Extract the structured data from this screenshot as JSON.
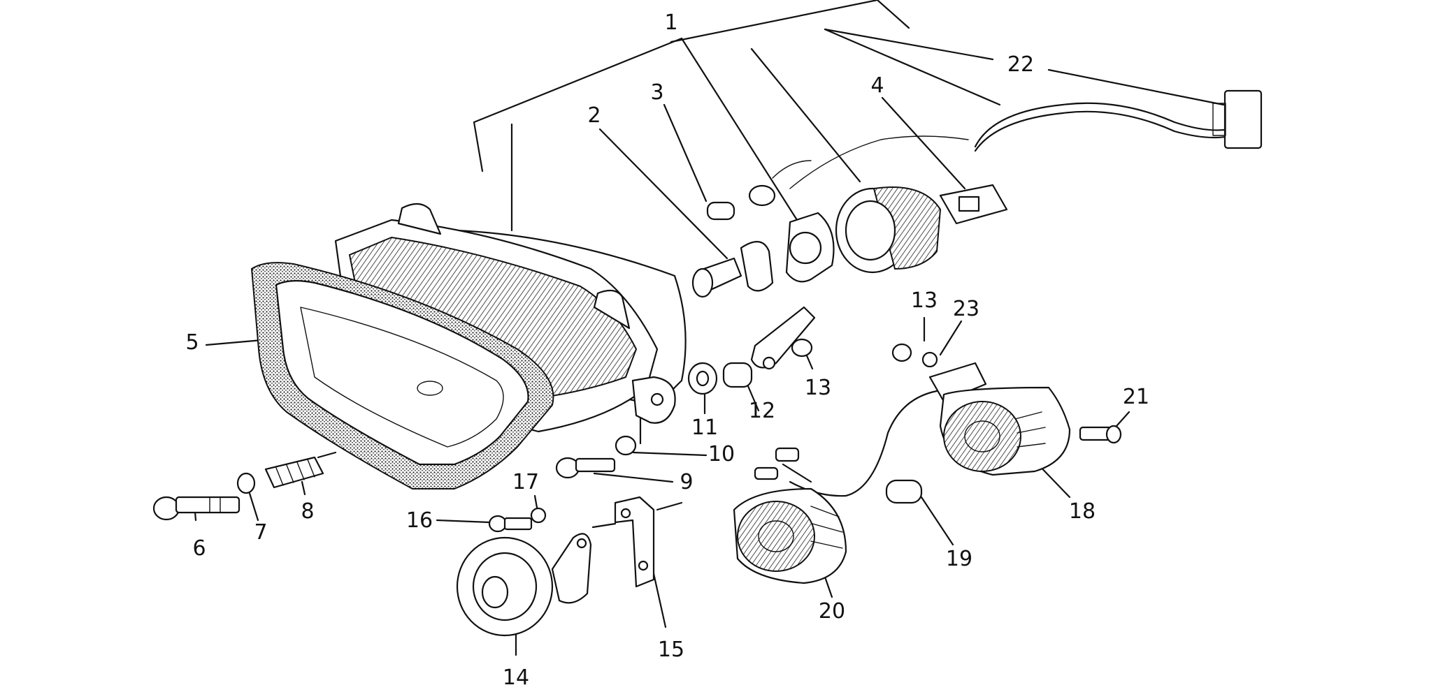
{
  "callouts": [
    {
      "id": "1",
      "text": "1"
    },
    {
      "id": "2",
      "text": "2"
    },
    {
      "id": "3",
      "text": "3"
    },
    {
      "id": "4",
      "text": "4"
    },
    {
      "id": "5",
      "text": "5"
    },
    {
      "id": "6",
      "text": "6"
    },
    {
      "id": "7",
      "text": "7"
    },
    {
      "id": "8",
      "text": "8"
    },
    {
      "id": "9",
      "text": "9"
    },
    {
      "id": "10",
      "text": "10"
    },
    {
      "id": "11",
      "text": "11"
    },
    {
      "id": "12",
      "text": "12"
    },
    {
      "id": "13a",
      "text": "13"
    },
    {
      "id": "13b",
      "text": "13"
    },
    {
      "id": "14",
      "text": "14"
    },
    {
      "id": "15",
      "text": "15"
    },
    {
      "id": "16",
      "text": "16"
    },
    {
      "id": "17",
      "text": "17"
    },
    {
      "id": "18",
      "text": "18"
    },
    {
      "id": "19",
      "text": "19"
    },
    {
      "id": "20",
      "text": "20"
    },
    {
      "id": "21",
      "text": "21"
    },
    {
      "id": "22",
      "text": "22"
    },
    {
      "id": "23",
      "text": "23"
    }
  ]
}
